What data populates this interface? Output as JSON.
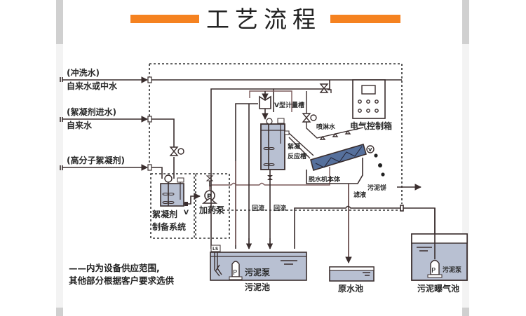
{
  "title": "工艺流程",
  "colors": {
    "accent": "#f58220",
    "pipe": "#4a3a3a",
    "tank_fill": "#b8c0d2",
    "dewater_fill": "#56709c",
    "dotted": "#333333"
  },
  "inlets": [
    {
      "line1": "(冲洗水)",
      "line2": "自来水或中水"
    },
    {
      "line1": "(絮凝剂进水)",
      "line2": "自来水"
    },
    {
      "line1": "(高分子絮凝剂)",
      "line2": ""
    }
  ],
  "components": {
    "prep_system": {
      "line1": "絮凝剂",
      "line2": "制备系统",
      "valve_mark": "V"
    },
    "dosing_pump": {
      "label": "加药泵",
      "symbol": "P"
    },
    "v_meter_tank": {
      "label": "V型计量槽"
    },
    "reaction_tank": {
      "line1": "絮凝",
      "line2": "反应槽"
    },
    "spray_water": {
      "label": "喷淋水"
    },
    "control_box": {
      "label": "电气控制箱"
    },
    "dewaterer": {
      "label": "脱水机本体",
      "motor": "V"
    },
    "sludge_cake": {
      "label": "污泥饼"
    },
    "filtrate": {
      "label": "滤液"
    },
    "return1": {
      "label": "回流"
    },
    "return2": {
      "label": "回流"
    },
    "sludge_pit": {
      "label": "污泥池",
      "pump_label": "污泥泵",
      "pump_symbol": "P",
      "level_switch": "LS"
    },
    "raw_water_pit": {
      "label": "原水池"
    },
    "aeration_tank": {
      "label": "污泥曝气池",
      "pump_label": "污泥泵",
      "pump_symbol": "P"
    }
  },
  "legend": {
    "line1": "——内为设备供应范围,",
    "line2": "其他部分根据客户要求选供"
  }
}
